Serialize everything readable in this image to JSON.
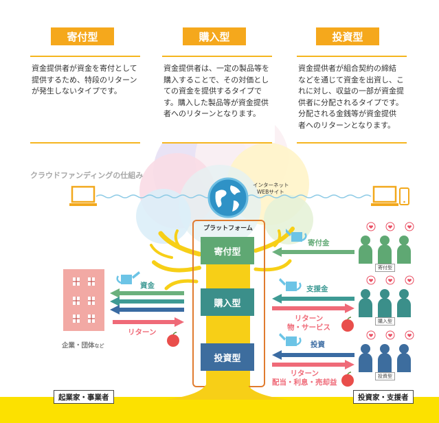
{
  "types": [
    {
      "label": "寄付型"
    },
    {
      "label": "購入型"
    },
    {
      "label": "投資型"
    }
  ],
  "descriptions": [
    {
      "lines": [
        "資金提供者が資金を寄付として",
        "提供するため、特段のリターン",
        "が発生しないタイプです。"
      ]
    },
    {
      "lines": [
        "資金提供者は、一定の製品等を",
        "購入することで、その対価とし",
        "ての資金を提供するタイプで",
        "す。購入した製品等が資金提供",
        "者へのリターンとなります。"
      ]
    },
    {
      "lines": [
        "資金提供者が組合契約の締結",
        "などを通じて資金を出資し、こ",
        "れに対し、収益の一部が資金提",
        "供者に分配されるタイプです。",
        "分配される金銭等が資金提供",
        "者へのリターンとなります。"
      ]
    }
  ],
  "diagram": {
    "section_title": "クラウドファンディングの仕組み",
    "internet_label": "インターネット",
    "web_label": "WEBサイト",
    "platform_label": "プラットフォーム",
    "platform_boxes": [
      "寄付型",
      "購入型",
      "投資型"
    ],
    "left": {
      "funds_label": "資金",
      "return_label": "リターン",
      "org_label": "企業・団体",
      "org_suffix": "など",
      "footer": "起業家・事業者"
    },
    "right": {
      "donation_label": "寄付金",
      "support_label": "支援金",
      "support_return_lines": [
        "リターン",
        "物・サービス"
      ],
      "investment_label": "投資",
      "investment_return_lines": [
        "リターン",
        "配当・利息・売却益"
      ],
      "group_labels": [
        "寄付型",
        "購入型",
        "投資型"
      ],
      "footer": "投資家・支援者"
    }
  },
  "colors": {
    "accent": "#f5a81c",
    "yellow_band": "#fce100",
    "tree": "#f7cf17",
    "box_green": "#5fa873",
    "box_teal": "#3b8f8a",
    "box_blue": "#3d6d9e",
    "arrow_green": "#6bb07c",
    "arrow_teal": "#3e9a94",
    "arrow_blue": "#3a6ba2",
    "arrow_pink": "#ef6a78",
    "platform_border": "#e07b2e",
    "building": "#f2a9a4",
    "heart": "#e94e62"
  }
}
